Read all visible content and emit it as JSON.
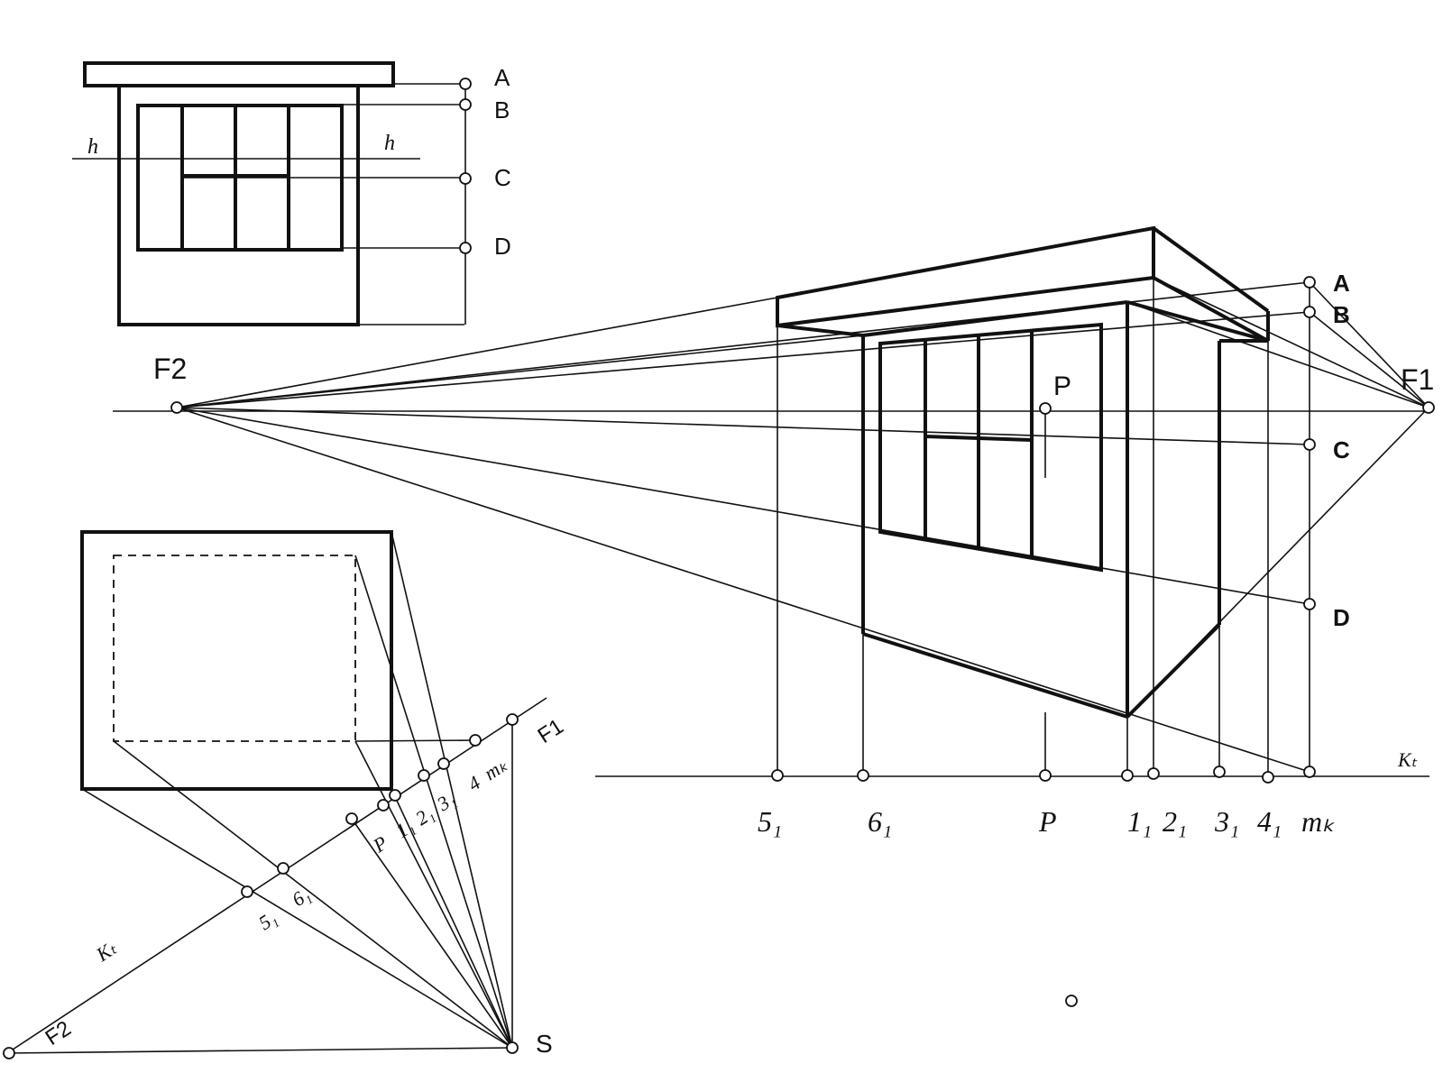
{
  "elevation": {
    "labels": {
      "a": "A",
      "b": "B",
      "c": "C",
      "d": "D",
      "h_left": "h",
      "h_right": "h"
    }
  },
  "perspective": {
    "vp_left": "F2",
    "vp_right": "F1",
    "principal_point": "P",
    "heights": {
      "a": "A",
      "b": "B",
      "c": "C",
      "d": "D"
    },
    "baseline_label": "Kₜ",
    "ground_marks": [
      "5₁",
      "6₁",
      "P",
      "1₁",
      "2₁",
      "3₁",
      "4₁",
      "mₖ"
    ]
  },
  "plan": {
    "line_labels": {
      "f1": "F1",
      "f2": "F2",
      "kt": "Kₜ",
      "s": "S"
    },
    "marks": [
      "5₁",
      "6₁",
      "P",
      "1₁",
      "2₁",
      "3₁",
      "4",
      "mₖ"
    ]
  },
  "colors": {
    "ink": "#111111",
    "paper": "#ffffff"
  }
}
